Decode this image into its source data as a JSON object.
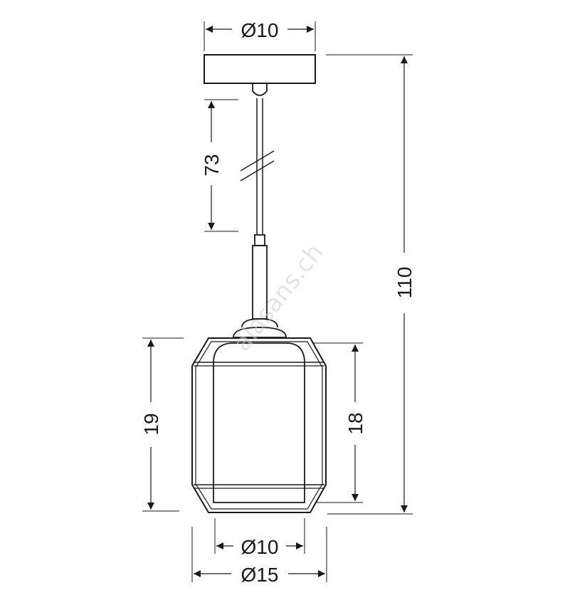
{
  "dimensions": {
    "canopy_diameter": "Ø10",
    "cord_length": "73",
    "total_height": "110",
    "frame_height": "19",
    "glass_height": "18",
    "glass_diameter": "Ø10",
    "frame_diameter": "Ø15"
  },
  "watermark": "alasans.ch",
  "colors": {
    "line": "#1a1a1a",
    "watermark": "#cfcfcf",
    "background": "#ffffff"
  }
}
